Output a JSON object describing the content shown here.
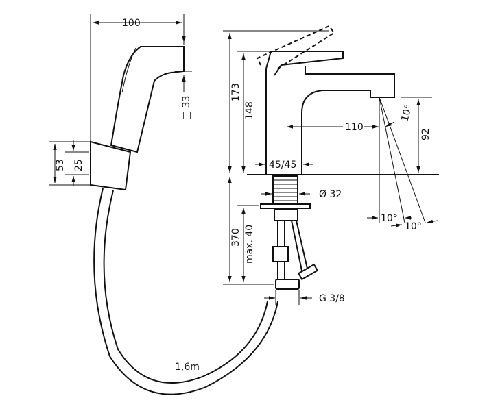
{
  "title": "Faucet with hand shower dimension drawing",
  "dimensions": {
    "shower_width": "100",
    "shower_square": "□ 33",
    "holder_height": "53",
    "holder_inner": "25",
    "overall_height": "173",
    "body_height": "148",
    "spout_reach": "110",
    "spout_angle": "10°",
    "spout_height": "92",
    "lever_angle": "45/45",
    "shank_diameter": "Ø 32",
    "jet_angle_1": "10°",
    "jet_angle_2": "10°",
    "supply_length": "370",
    "max_thickness": "max. 40",
    "connection": "G 3/8",
    "hose_length": "1,6m"
  }
}
